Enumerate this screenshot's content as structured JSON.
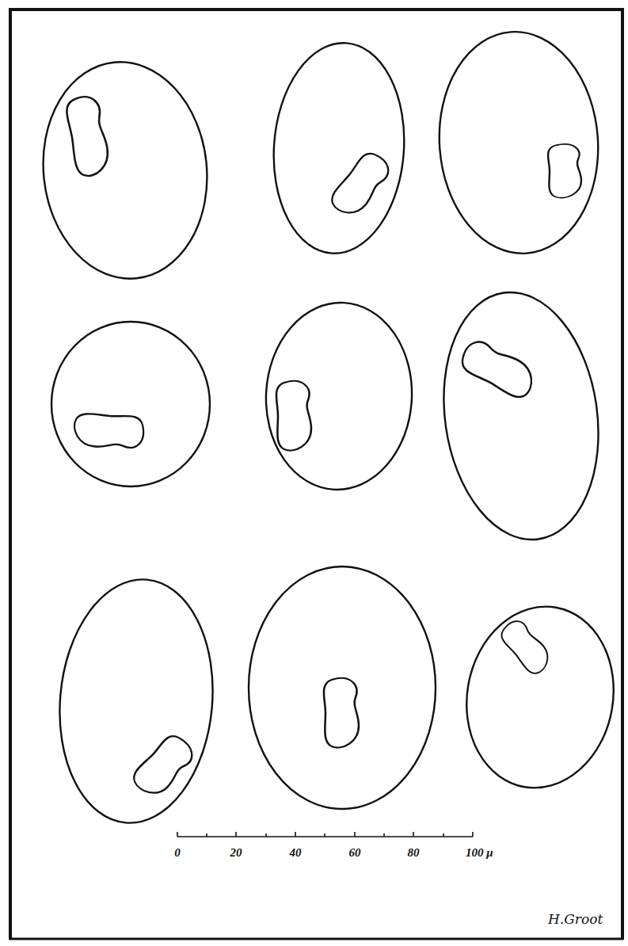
{
  "diagram": {
    "labels": [
      "0",
      "20",
      "40",
      "60",
      "80",
      "100 μ",
      "H.Groot"
    ]
  }
}
